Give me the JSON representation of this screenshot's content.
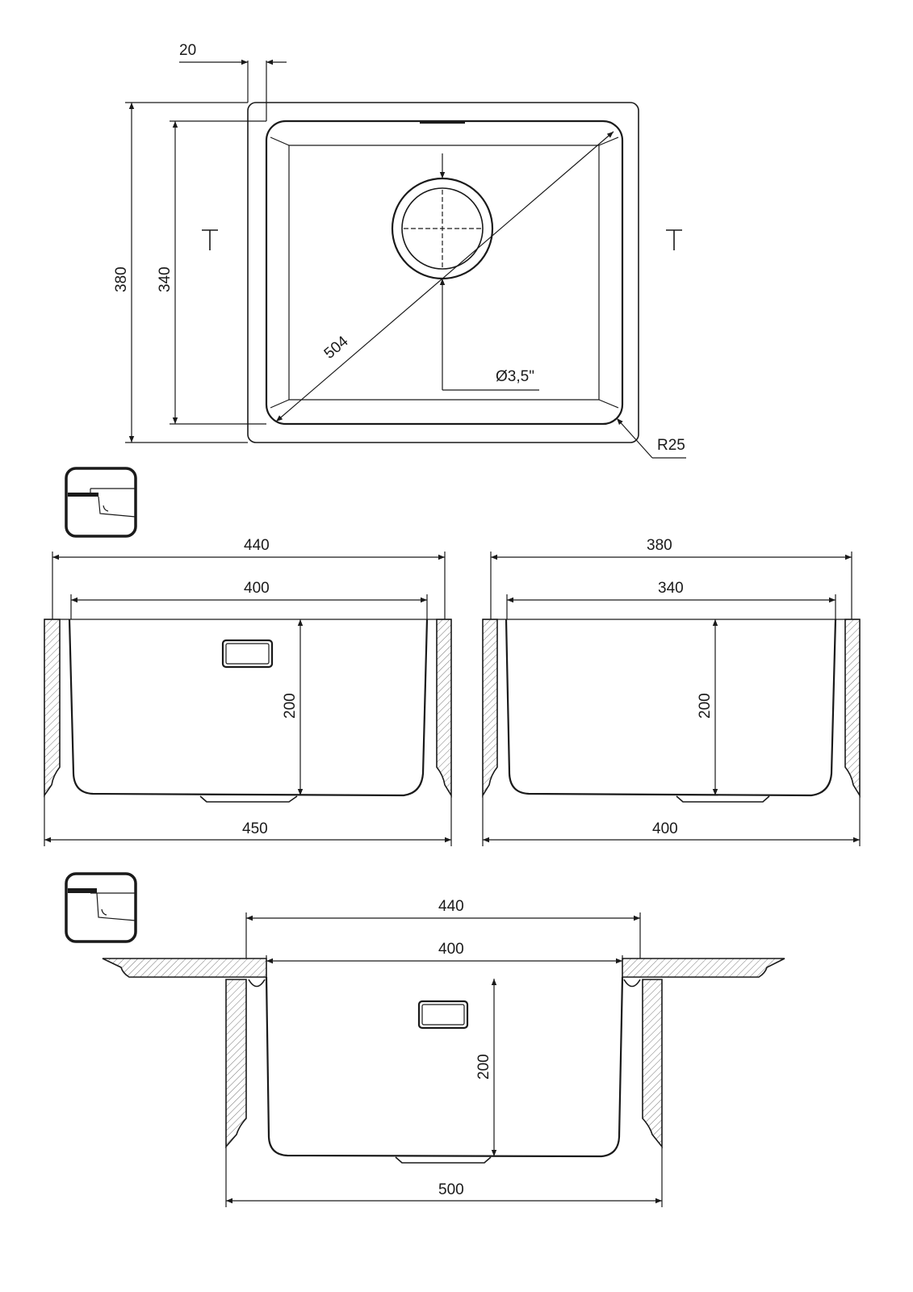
{
  "title": "Undermount sink technical drawing",
  "top_view": {
    "offset_dim": "20",
    "outer_depth": "380",
    "inner_depth": "340",
    "diagonal": "504",
    "drain": "Ø3,5\"",
    "radius": "R25"
  },
  "section_front": {
    "outer_width": "440",
    "inner_width": "400",
    "depth": "200",
    "cutout_width": "450"
  },
  "section_side": {
    "outer_width": "380",
    "inner_width": "340",
    "depth": "200",
    "cutout_width": "400"
  },
  "section_mount": {
    "outer_width": "440",
    "inner_width": "400",
    "depth": "200",
    "cabinet_width": "500"
  },
  "icons": [
    "undermount-icon",
    "undermount-flush-icon"
  ]
}
